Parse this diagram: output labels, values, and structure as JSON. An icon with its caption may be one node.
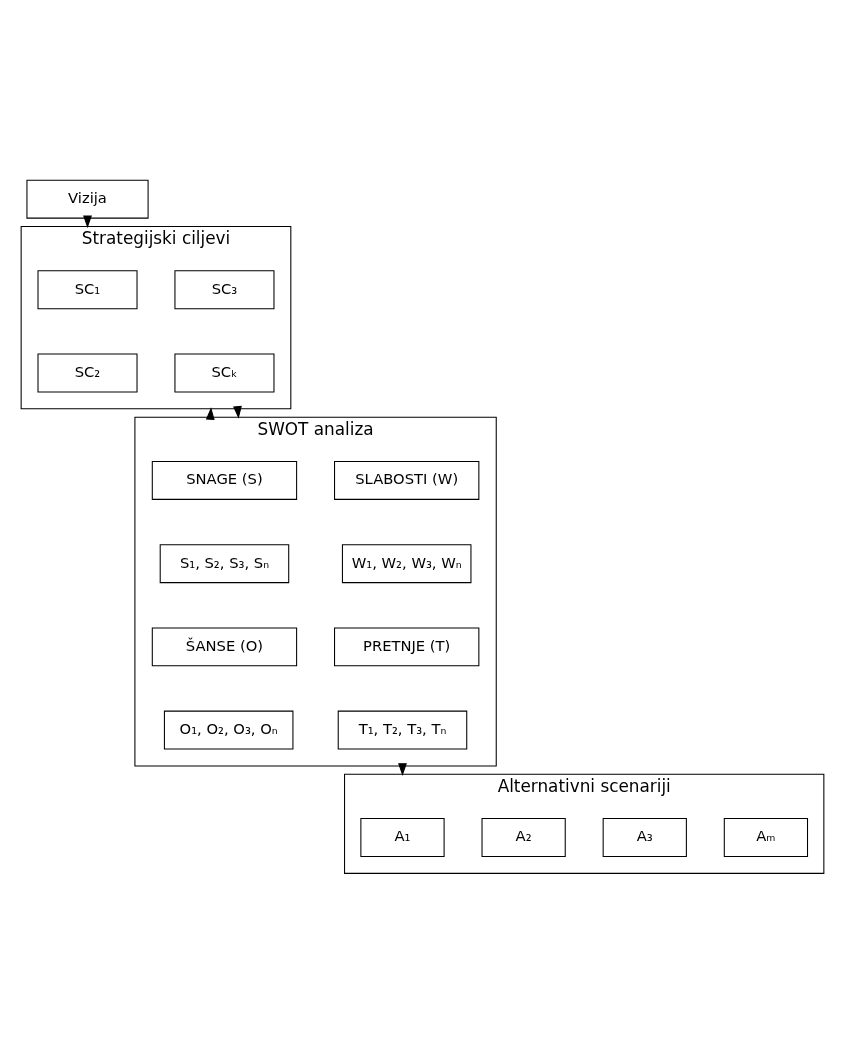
{
  "diagram": {
    "nodes": [
      {
        "text": [
          "Vizija"
        ]
      },
      {
        "text": [
          "Strategijski ciljevi"
        ]
      },
      {
        "text": [
          "SC₁"
        ],
        "in": 1
      },
      {
        "text": [
          "SC₃"
        ],
        "in": 1
      },
      {
        "text": [
          "SC₂"
        ],
        "in": 1
      },
      {
        "text": [
          "SCₖ"
        ],
        "in": 1
      },
      {
        "text": [
          "SWOT analiza"
        ]
      },
      {
        "text": [
          "SNAGE (S)"
        ],
        "in": 6
      },
      {
        "text": [
          "S₁, S₂, S₃, Sₙ"
        ],
        "in": 6
      },
      {
        "text": [
          "SLABOSTI (W)"
        ],
        "in": 6
      },
      {
        "text": [
          "W₁, W₂, W₃, Wₙ"
        ],
        "in": 6
      },
      {
        "text": [
          "ŠANSE (O)"
        ],
        "in": 6
      },
      {
        "text": [
          "O₁, O₂, O₃, Oₙ"
        ],
        "in": 6
      },
      {
        "text": [
          "PRETNJE (T)"
        ],
        "in": 6
      },
      {
        "text": [
          "T₁, T₂, T₃, Tₙ"
        ],
        "in": 6
      },
      {
        "text": [
          "Alternativni scenariji"
        ]
      },
      {
        "text": [
          "A₁"
        ],
        "in": 15
      },
      {
        "text": [
          "A₂"
        ],
        "in": 15
      },
      {
        "text": [
          "A₃"
        ],
        "in": 15
      },
      {
        "text": [
          "Aₘ"
        ],
        "in": 15
      }
    ],
    "edges": [
      {
        "from": 0,
        "to": 1,
        "arrow": "to"
      },
      {
        "from": 6,
        "to": 1,
        "arrow": "to"
      },
      {
        "from": 1,
        "to": 6,
        "arrow": "to"
      },
      {
        "from": 6,
        "to": 15,
        "arrow": "to"
      }
    ]
  }
}
